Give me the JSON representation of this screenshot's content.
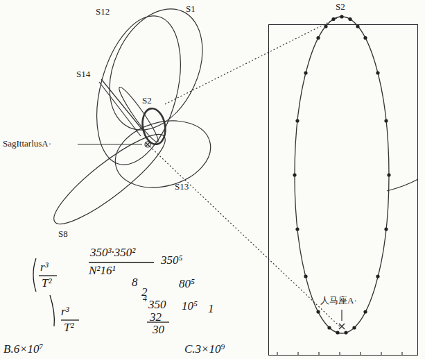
{
  "diagram": {
    "nodes": [
      {
        "text": [
          "S2",
          "人马座A·"
        ]
      }
    ],
    "labels": [
      "S12",
      "S1",
      "S14",
      "S2",
      "SagIttarlusA·",
      "S13",
      "S8",
      "r³",
      "T²",
      "350³·350²",
      "N²16¹",
      "8",
      "2",
      "350⁵",
      "80⁵",
      "4",
      "350",
      "32",
      "30",
      "10⁵",
      "1",
      "r³",
      "T²",
      "B.6×10⁷",
      "C.3×10⁹"
    ]
  }
}
